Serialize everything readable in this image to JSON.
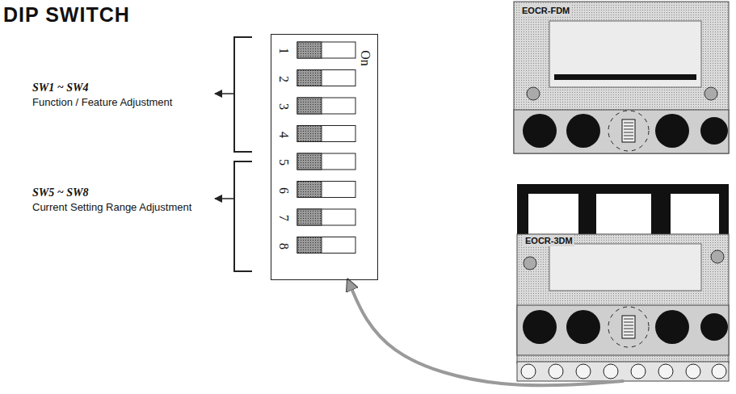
{
  "diagram": {
    "title": "DIP SWITCH",
    "nodes": [
      {
        "text": [
          "1",
          "2",
          "3",
          "4",
          "5",
          "6",
          "7",
          "8",
          "On"
        ]
      },
      {
        "text": [
          "EOCR-FDM"
        ]
      },
      {
        "text": [
          "EOCR-3DM"
        ]
      }
    ],
    "edges": [
      {
        "from": 2,
        "to": 0,
        "arrow": "to"
      }
    ],
    "labels": [
      "SW1 ~ SW4",
      "Function / Feature Adjustment",
      "SW5 ~ SW8",
      "Current Setting Range Adjustment"
    ]
  }
}
